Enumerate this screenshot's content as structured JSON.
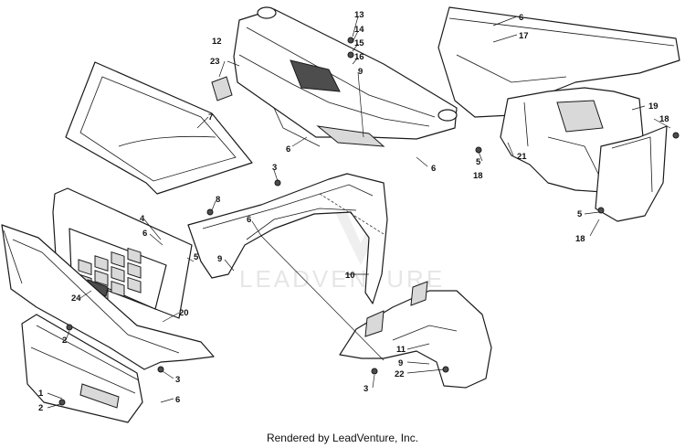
{
  "callouts": {
    "c1": "1",
    "c2a": "2",
    "c2b": "2",
    "c3a": "3",
    "c3b": "3",
    "c3c": "3",
    "c4": "4",
    "c5a": "5",
    "c5b": "5",
    "c5c": "5",
    "c6a": "6",
    "c6b": "6",
    "c6c": "6",
    "c6d": "6",
    "c6e": "6",
    "c6f": "6",
    "c7": "7",
    "c8": "8",
    "c9a": "9",
    "c9b": "9",
    "c9c": "9",
    "c10": "10",
    "c11": "11",
    "c12": "12",
    "c13": "13",
    "c14": "14",
    "c15": "15",
    "c16": "16",
    "c17": "17",
    "c18a": "18",
    "c18b": "18",
    "c18c": "18",
    "c19": "19",
    "c20": "20",
    "c21": "21",
    "c22": "22",
    "c23": "23",
    "c24": "24"
  },
  "watermark": "LEADVENTURE",
  "footer": "Rendered by LeadVenture, Inc."
}
